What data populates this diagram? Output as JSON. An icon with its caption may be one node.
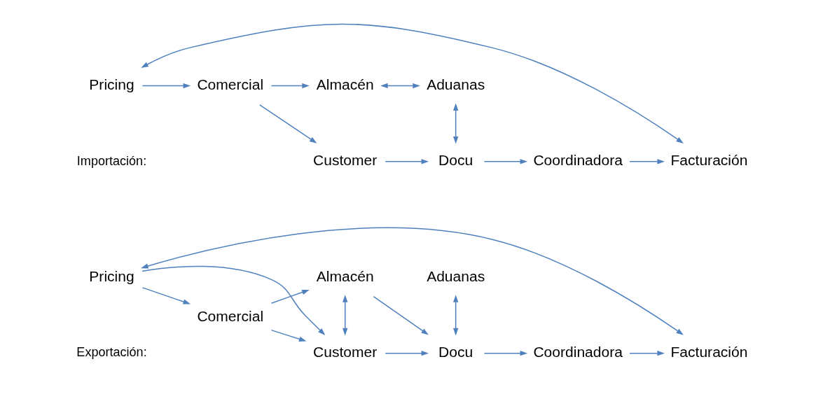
{
  "diagram": {
    "nodes": [
      {
        "text": [
          "Pricing"
        ]
      },
      {
        "text": [
          "Comercial"
        ]
      },
      {
        "text": [
          "Customer"
        ]
      },
      {
        "text": [
          "Docu"
        ]
      },
      {
        "text": [
          "Coordinadora"
        ]
      },
      {
        "text": [
          "Facturación"
        ]
      },
      {
        "text": [
          "Almacén"
        ]
      },
      {
        "text": [
          "Aduanas"
        ]
      },
      {
        "text": [
          "Pricing"
        ]
      },
      {
        "text": [
          "Comercial"
        ]
      },
      {
        "text": [
          "Customer"
        ]
      },
      {
        "text": [
          "Docu"
        ]
      },
      {
        "text": [
          "Coordinadora"
        ]
      },
      {
        "text": [
          "Facturación"
        ]
      },
      {
        "text": [
          "Almacén"
        ]
      },
      {
        "text": [
          "Aduanas"
        ]
      }
    ],
    "edges": [
      {
        "from": 0,
        "to": 1,
        "arrow": "to"
      },
      {
        "from": 0,
        "to": 2,
        "arrow": "to"
      },
      {
        "from": 1,
        "to": 2,
        "arrow": "to"
      },
      {
        "from": 1,
        "to": 6,
        "arrow": "to"
      },
      {
        "from": 2,
        "to": 6,
        "arrow": "both"
      },
      {
        "from": 2,
        "to": 3,
        "arrow": "to"
      },
      {
        "from": 6,
        "to": 3,
        "arrow": "to"
      },
      {
        "from": 3,
        "to": 7,
        "arrow": "both"
      },
      {
        "from": 3,
        "to": 4,
        "arrow": "to"
      },
      {
        "from": 4,
        "to": 5,
        "arrow": "to"
      },
      {
        "from": 0,
        "to": 5,
        "arrow": "both"
      },
      {
        "from": 8,
        "to": 9,
        "arrow": "to"
      },
      {
        "from": 9,
        "to": 10,
        "arrow": "to"
      },
      {
        "from": 9,
        "to": 14,
        "arrow": "to"
      },
      {
        "from": 10,
        "to": 11,
        "arrow": "to"
      },
      {
        "from": 11,
        "to": 15,
        "arrow": "both"
      },
      {
        "from": 11,
        "to": 12,
        "arrow": "to"
      },
      {
        "from": 12,
        "to": 13,
        "arrow": "to"
      },
      {
        "from": 14,
        "to": 15,
        "arrow": "both"
      },
      {
        "from": 8,
        "to": 13,
        "arrow": "both"
      }
    ],
    "labels": [
      "Exportación:",
      "Importación:"
    ]
  }
}
